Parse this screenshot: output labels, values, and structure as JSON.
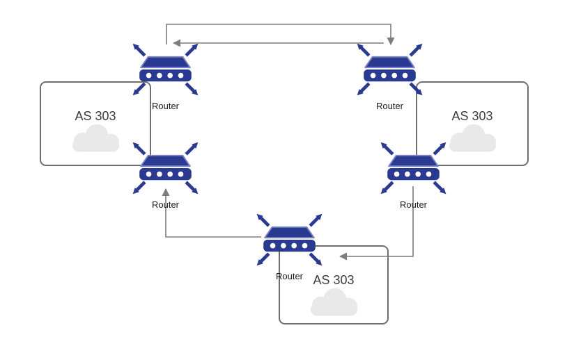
{
  "diagram": {
    "routers": [
      {
        "id": "top-left",
        "label": "Router"
      },
      {
        "id": "top-right",
        "label": "Router"
      },
      {
        "id": "middle-left",
        "label": "Router"
      },
      {
        "id": "middle-right",
        "label": "Router"
      },
      {
        "id": "bottom-center",
        "label": "Router"
      }
    ],
    "autonomous_systems": [
      {
        "id": "left",
        "label": "AS 303"
      },
      {
        "id": "right",
        "label": "AS 303"
      },
      {
        "id": "bottom",
        "label": "AS 303"
      }
    ],
    "connections": [
      {
        "from": "router-top-left",
        "to": "router-top-right",
        "style": "arrow"
      },
      {
        "from": "router-top-right",
        "to": "router-top-left",
        "style": "arrow"
      },
      {
        "from": "router-bottom-center",
        "to": "router-middle-left",
        "style": "arrow"
      },
      {
        "from": "router-middle-right",
        "to": "as-bottom",
        "style": "arrow"
      }
    ]
  },
  "colors": {
    "router_color": "#2b3a91",
    "router_outline": "#7b84c4",
    "connector_color": "#7d7d7d",
    "box_border": "#6e6e6e",
    "cloud_fill": "#e9e9e9",
    "text_color": "#1a1a1a",
    "as_label_color": "#3c3c3c"
  }
}
